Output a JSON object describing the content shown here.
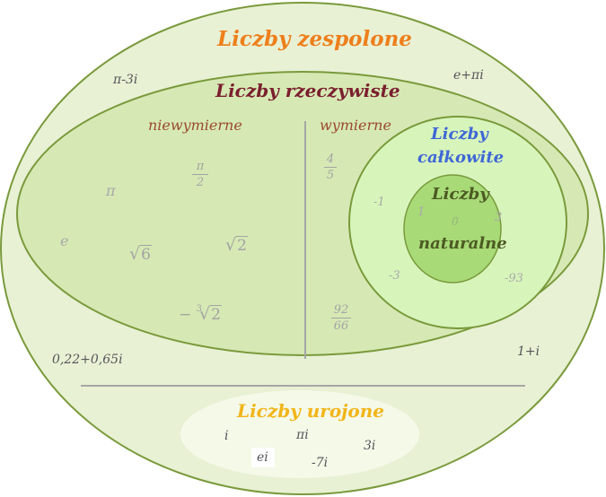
{
  "complex": {
    "title": "Liczby zespolone",
    "examples": [
      "π-3i",
      "e+πi",
      "0,22+0,65i",
      "1+i"
    ]
  },
  "real": {
    "title": "Liczby rzeczywiste"
  },
  "irrational": {
    "label": "niewymierne",
    "examples": [
      "π",
      "e"
    ],
    "frac_pi2": {
      "num": "π",
      "den": "2"
    },
    "sqrt6": "6",
    "sqrt2": "2",
    "cbrt": {
      "sign": "−",
      "index": "3",
      "value": "2"
    }
  },
  "rational": {
    "label": "wymierne",
    "frac_4_5": {
      "num": "4",
      "den": "5"
    },
    "frac_92_66": {
      "num": "92",
      "den": "66"
    }
  },
  "integers": {
    "title_line1": "Liczby",
    "title_line2": "całkowite",
    "examples": [
      "-1",
      "-3",
      "-93"
    ]
  },
  "naturals": {
    "title_line1": "Liczby",
    "title_line2": "naturalne",
    "examples": [
      "1",
      "0",
      "3"
    ]
  },
  "imaginary": {
    "title": "Liczby urojone",
    "examples": [
      "i",
      "πi",
      "3i",
      "ei",
      "-7i"
    ]
  },
  "colors": {
    "complex_title": "#ee7f1c",
    "real_title": "#7a1f2e",
    "irrational_label": "#9b4a2e",
    "rational_label": "#9b4a2e",
    "integers_title": "#3f67d6",
    "naturals_title": "#4c5a22",
    "imaginary_title": "#f2b51a"
  }
}
